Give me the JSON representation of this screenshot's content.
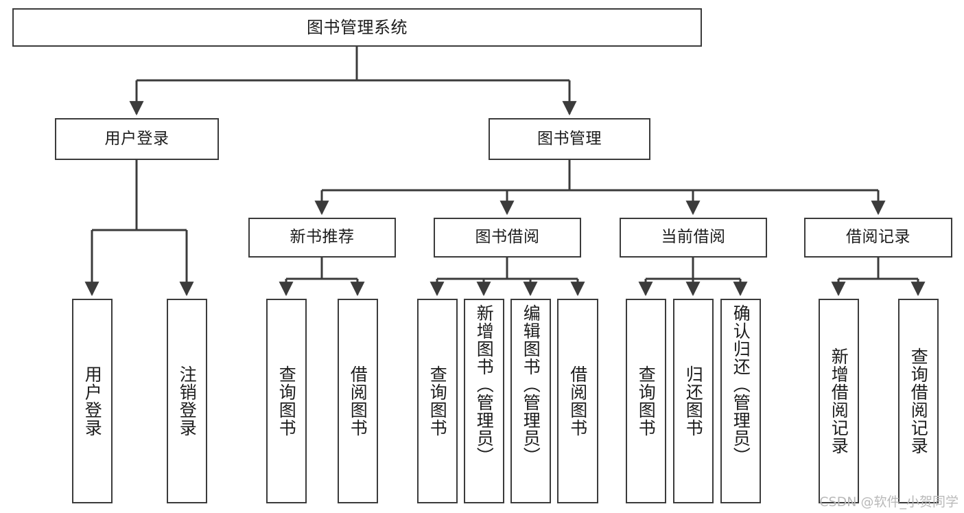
{
  "diagram": {
    "title": "图书管理系统",
    "watermark": "CSDN @软件_小贺同学",
    "colors": {
      "stroke": "#3b3b3b",
      "text": "#1c1c1c",
      "background": "#ffffff",
      "watermark": "#b9b9b9"
    },
    "nodes": {
      "root": "图书管理系统",
      "level2": [
        "用户登录",
        "图书管理"
      ],
      "level3": [
        "新书推荐",
        "图书借阅",
        "当前借阅",
        "借阅记录"
      ],
      "leaves": {
        "user_login": [
          "用户登录",
          "注销登录"
        ],
        "new_book": [
          "查询图书",
          "借阅图书"
        ],
        "book_borrow": [
          "查询图书",
          "新增图书（管理员）",
          "编辑图书（管理员）",
          "借阅图书"
        ],
        "current_borrow": [
          "查询图书",
          "归还图书",
          "确认归还（管理员）"
        ],
        "borrow_record": [
          "新增借阅记录",
          "查询借阅记录"
        ]
      }
    }
  }
}
